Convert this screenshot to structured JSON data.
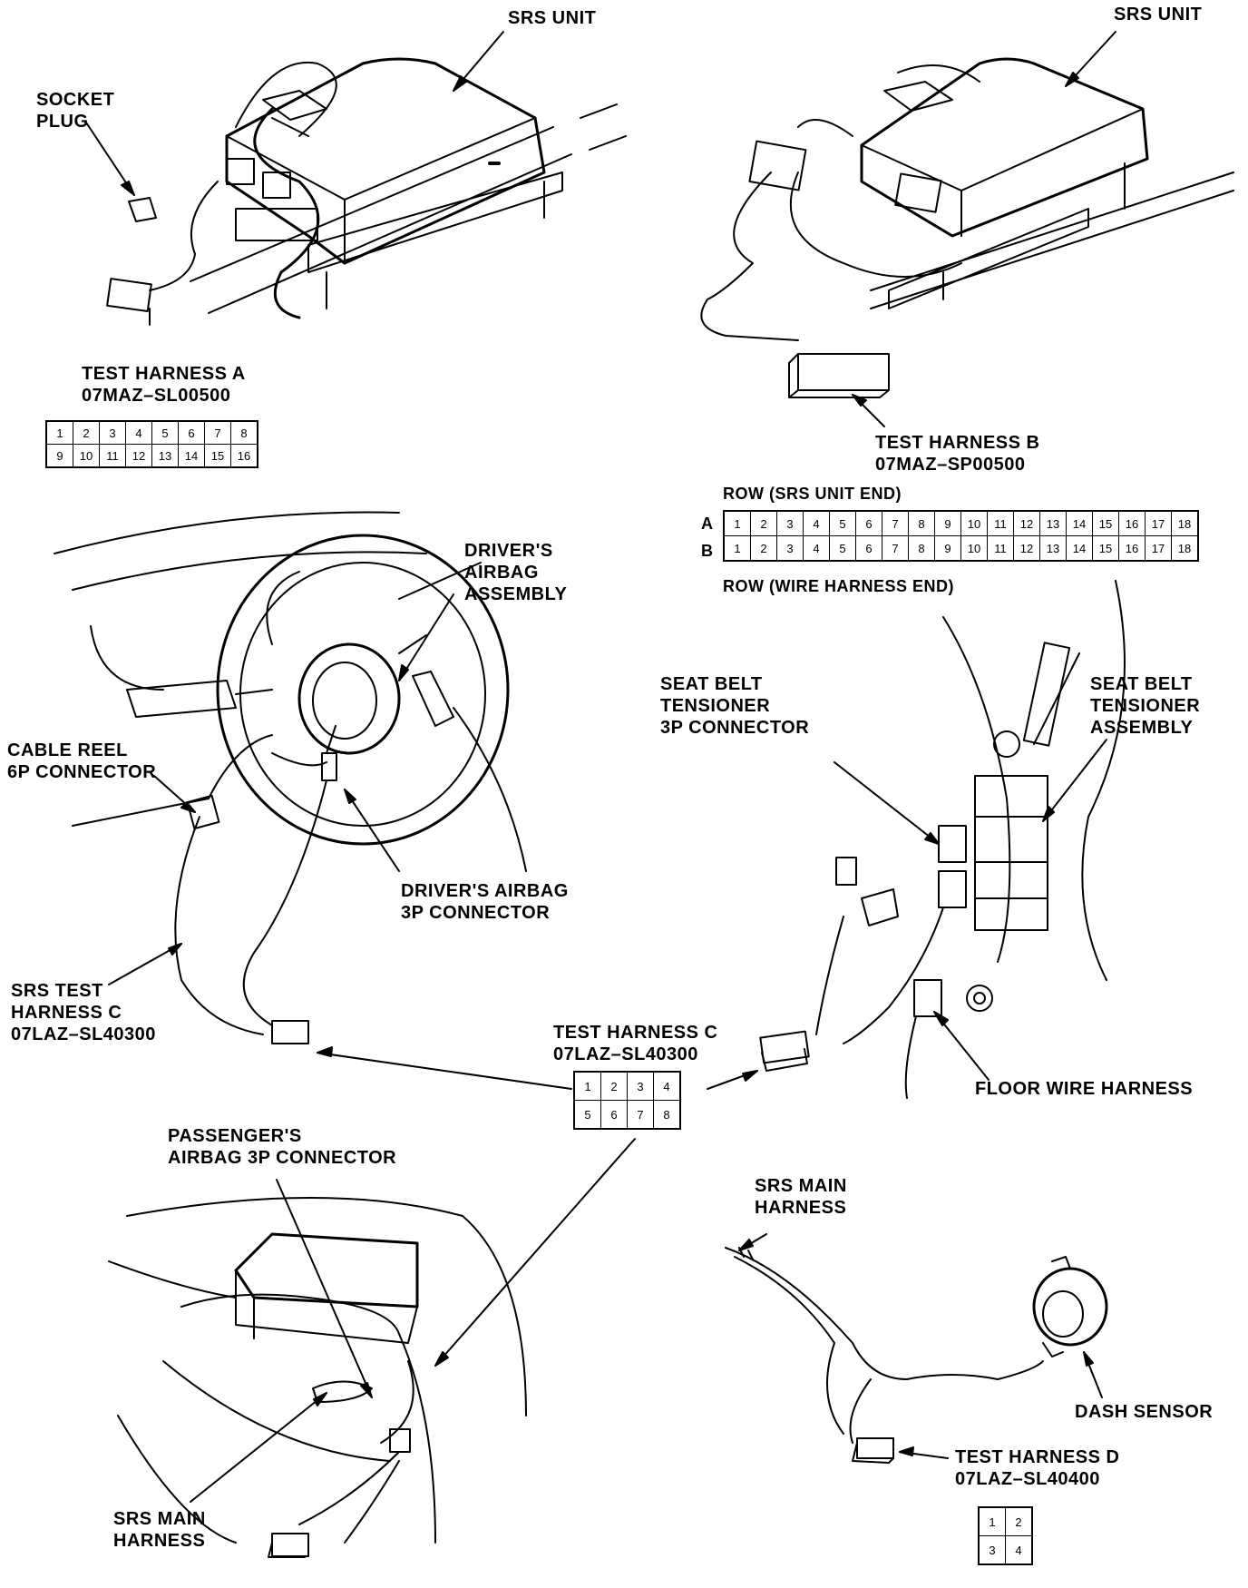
{
  "labels": {
    "srs_unit_a": "SRS UNIT",
    "srs_unit_b": "SRS UNIT",
    "socket_plug": [
      "SOCKET",
      "PLUG"
    ],
    "test_harness_a": [
      "TEST HARNESS A",
      "07MAZ–SL00500"
    ],
    "test_harness_b": [
      "TEST HARNESS B",
      "07MAZ–SP00500"
    ],
    "row_srs_unit_end": "ROW (SRS UNIT END)",
    "row_wire_harness_end": "ROW (WIRE HARNESS END)",
    "drivers_airbag_assembly": [
      "DRIVER'S",
      "AIRBAG",
      "ASSEMBLY"
    ],
    "cable_reel": [
      "CABLE REEL",
      "6P CONNECTOR"
    ],
    "drivers_airbag_connector": [
      "DRIVER'S AIRBAG",
      "3P CONNECTOR"
    ],
    "srs_test_harness_c": [
      "SRS TEST",
      "HARNESS C",
      "07LAZ–SL40300"
    ],
    "seat_belt_connector": [
      "SEAT BELT",
      "TENSIONER",
      "3P CONNECTOR"
    ],
    "seat_belt_assembly": [
      "SEAT BELT",
      "TENSIONER",
      "ASSEMBLY"
    ],
    "test_harness_c": [
      "TEST HARNESS C",
      "07LAZ–SL40300"
    ],
    "floor_wire_harness": "FLOOR WIRE HARNESS",
    "passenger_connector": [
      "PASSENGER'S",
      "AIRBAG 3P CONNECTOR"
    ],
    "srs_main_harness_right": [
      "SRS MAIN",
      "HARNESS"
    ],
    "srs_main_harness_left": [
      "SRS MAIN",
      "HARNESS"
    ],
    "dash_sensor": "DASH SENSOR",
    "test_harness_d": [
      "TEST HARNESS D",
      "07LAZ–SL40400"
    ]
  },
  "pin_tables": {
    "harness_a": [
      [
        "1",
        "2",
        "3",
        "4",
        "5",
        "6",
        "7",
        "8"
      ],
      [
        "9",
        "10",
        "11",
        "12",
        "13",
        "14",
        "15",
        "16"
      ]
    ],
    "harness_b": {
      "row_labels": [
        "A",
        "B"
      ],
      "rows": [
        [
          "1",
          "2",
          "3",
          "4",
          "5",
          "6",
          "7",
          "8",
          "9",
          "10",
          "11",
          "12",
          "13",
          "14",
          "15",
          "16",
          "17",
          "18"
        ],
        [
          "1",
          "2",
          "3",
          "4",
          "5",
          "6",
          "7",
          "8",
          "9",
          "10",
          "11",
          "12",
          "13",
          "14",
          "15",
          "16",
          "17",
          "18"
        ]
      ]
    },
    "harness_c": [
      [
        "1",
        "2",
        "3",
        "4"
      ],
      [
        "5",
        "6",
        "7",
        "8"
      ]
    ],
    "harness_d": [
      [
        "1",
        "2"
      ],
      [
        "3",
        "4"
      ]
    ]
  }
}
